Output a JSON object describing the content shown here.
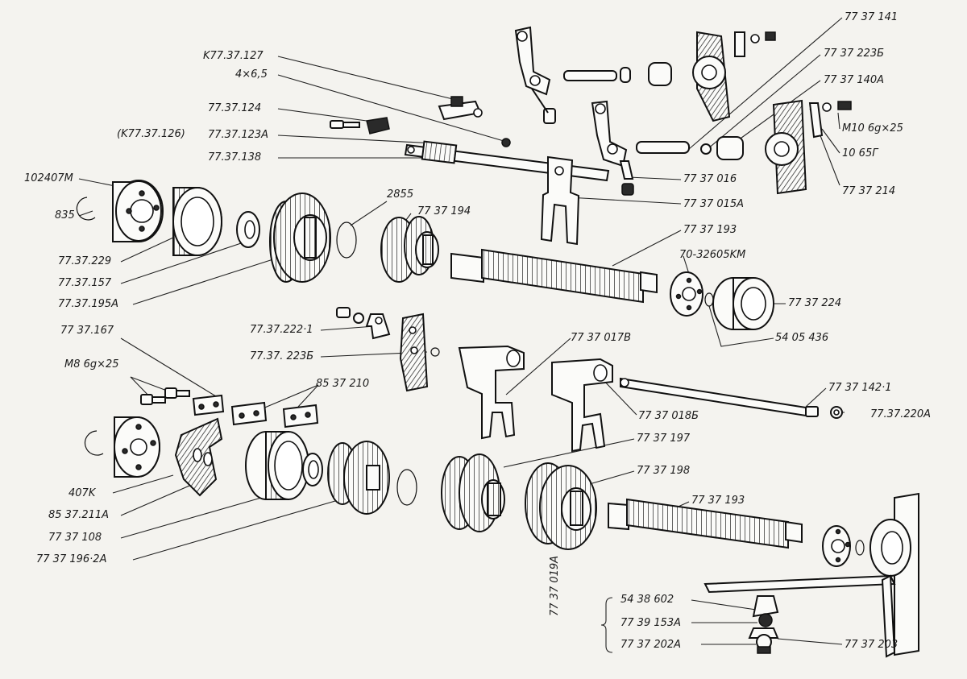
{
  "labels": {
    "k7737127": "K77.37.127",
    "dim4x65": "4×6,5",
    "p7737124": "77.37.124",
    "k7737126": "(K77.37.126)",
    "p7737123a": "77.37.123A",
    "p7737138": "77.37.138",
    "p102407m": "102407M",
    "p835": "835",
    "p7737229": "77.37.229",
    "p7737157": "77.37.157",
    "p7737195a": "77.37.195A",
    "p2855": "2855",
    "p7737194": "77 37 194",
    "p7737193a": "77 37 193",
    "p7032605km": "70-32605KM",
    "p7737224": "77 37 224",
    "p5405436": "54 05 436",
    "p7737141": "77 37 141",
    "p7737223b_top": "77 37 223Б",
    "p7737140a": "77 37 140A",
    "m10": "M10 6g×25",
    "p1065g": "10 65Г",
    "p7737214": "77 37 214",
    "p7737016": "77 37 016",
    "p7737015a": "77 37 015A",
    "p7737167": "77 37.167",
    "m8": "M8 6g×25",
    "p7737222": "77.37.222·1",
    "p7737223b_mid": "77.37. 223Б",
    "p8537210": "85 37 210",
    "p7737017v": "77 37 017В",
    "p7737018b": "77 37 018Б",
    "p7737142": "77 37 142·1",
    "p7737220a": "77.37.220A",
    "p407k": "407K",
    "p8537211a": "85 37.211A",
    "p7737108": "77 37 108",
    "p7737196": "77 37 196·2A",
    "p7737197": "77 37 197",
    "p7737198": "77 37 198",
    "p7737193b": "77 37 193",
    "p7737019a": "77 37 019A",
    "p5438602": "54 38 602",
    "p7739153a": "77 39 153A",
    "p7737202a": "77 37 202A",
    "p7737203": "77 37 203"
  }
}
